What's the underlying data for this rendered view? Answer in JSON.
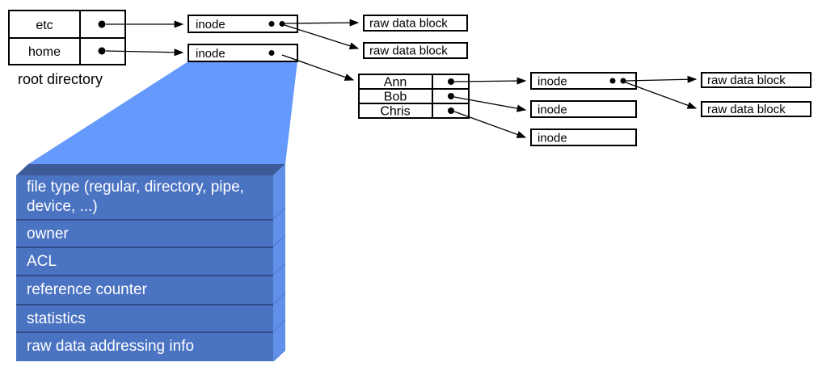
{
  "labels": {
    "root_directory": "root directory",
    "inode": "inode",
    "raw_data_block": "raw data block"
  },
  "root_table": {
    "rows": [
      "etc",
      "home"
    ]
  },
  "home_directory_table": {
    "rows": [
      "Ann",
      "Bob",
      "Chris"
    ]
  },
  "inode_detail": {
    "fields": [
      "file type (regular, directory, pipe, device, ...)",
      "owner",
      "ACL",
      "reference counter",
      "statistics",
      "raw data addressing info"
    ]
  },
  "colors": {
    "funnel": "#6699fc",
    "stack_front": "#4a73c2",
    "stack_top": "#3d5a99",
    "stack_side": "#6190e9",
    "stack_separator": "#2f4d8c",
    "box_stroke": "#000000",
    "text_light": "#ffffff",
    "text_dark": "#000000"
  }
}
